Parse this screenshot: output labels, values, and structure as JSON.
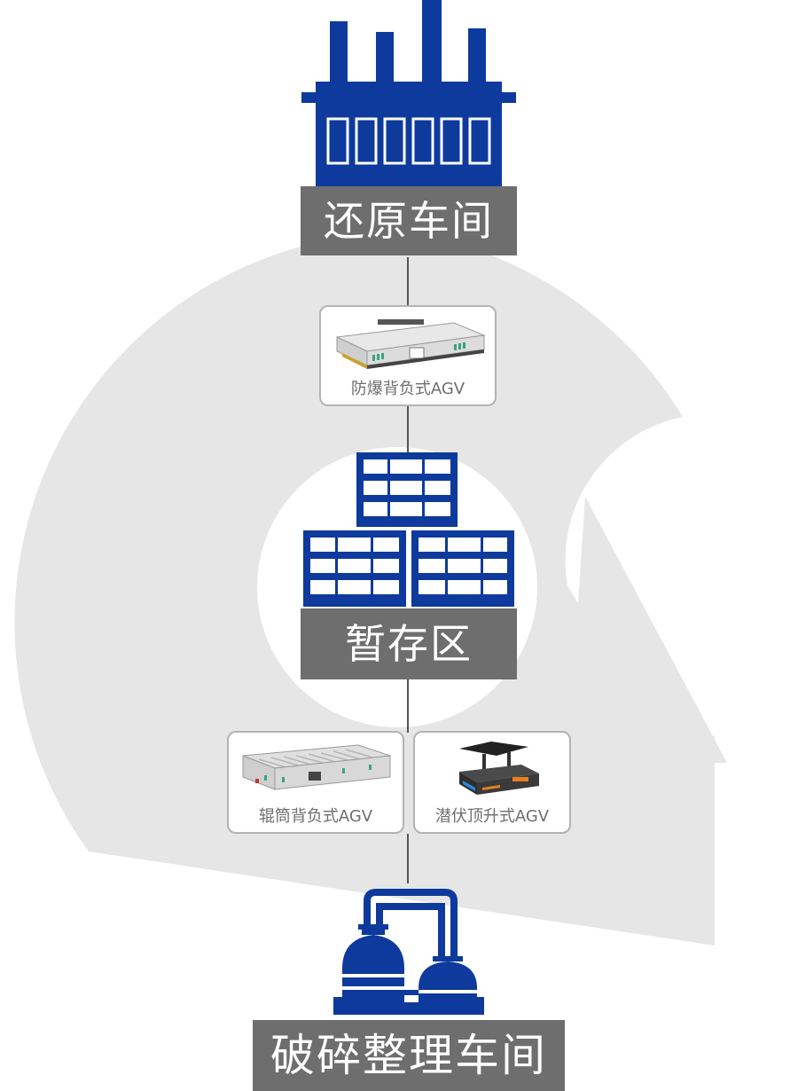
{
  "colors": {
    "accent_blue": "#0d3a9c",
    "label_gray": "#6e6e6e",
    "background_mark": "#e6e6e6",
    "card_border": "#b3b3b3",
    "connector": "#555555"
  },
  "icons": {
    "reduction": "factory-icon",
    "storage": "storage-rack-icon",
    "crushing": "reactor-tanks-icon"
  },
  "nodes": {
    "reduction": {
      "label": "还原车间"
    },
    "storage": {
      "label": "暂存区"
    },
    "crushing": {
      "label": "破碎整理车间"
    }
  },
  "agvs": {
    "explosion_proof": {
      "caption": "防爆背负式AGV"
    },
    "roller": {
      "caption": "辊筒背负式AGV"
    },
    "jacking": {
      "caption": "潜伏顶升式AGV"
    }
  }
}
